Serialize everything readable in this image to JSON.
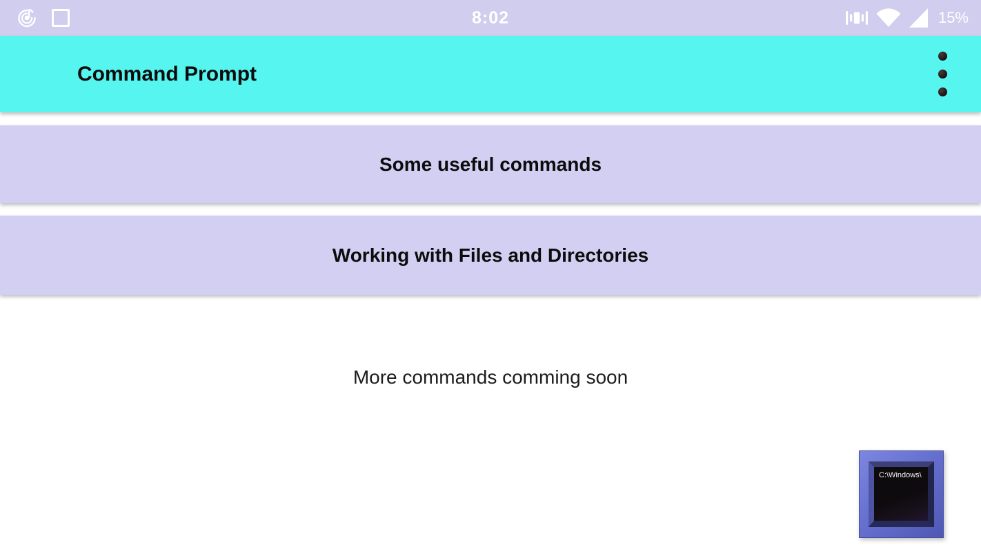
{
  "status_bar": {
    "time": "8:02",
    "battery_percent": "15%",
    "left_icons": [
      "music-note-disc-icon",
      "square-outline-icon"
    ],
    "right_icons": [
      "vibrate-icon",
      "wifi-icon",
      "cellular-signal-icon"
    ]
  },
  "header": {
    "title": "Command Prompt",
    "overflow_icon": "vertical-ellipsis"
  },
  "cards": [
    {
      "label": "Some useful commands"
    },
    {
      "label": "Working with Files and Directories"
    }
  ],
  "note": "More commands comming soon",
  "logo": {
    "screen_text": "C:\\Windows\\"
  },
  "colors": {
    "status_bar": "#d1cdee",
    "header": "#57f5f0",
    "card": "#d2cff2",
    "logo_frame": "#6670cf",
    "title_text": "#0c0c0c",
    "status_text": "#ffffff"
  }
}
